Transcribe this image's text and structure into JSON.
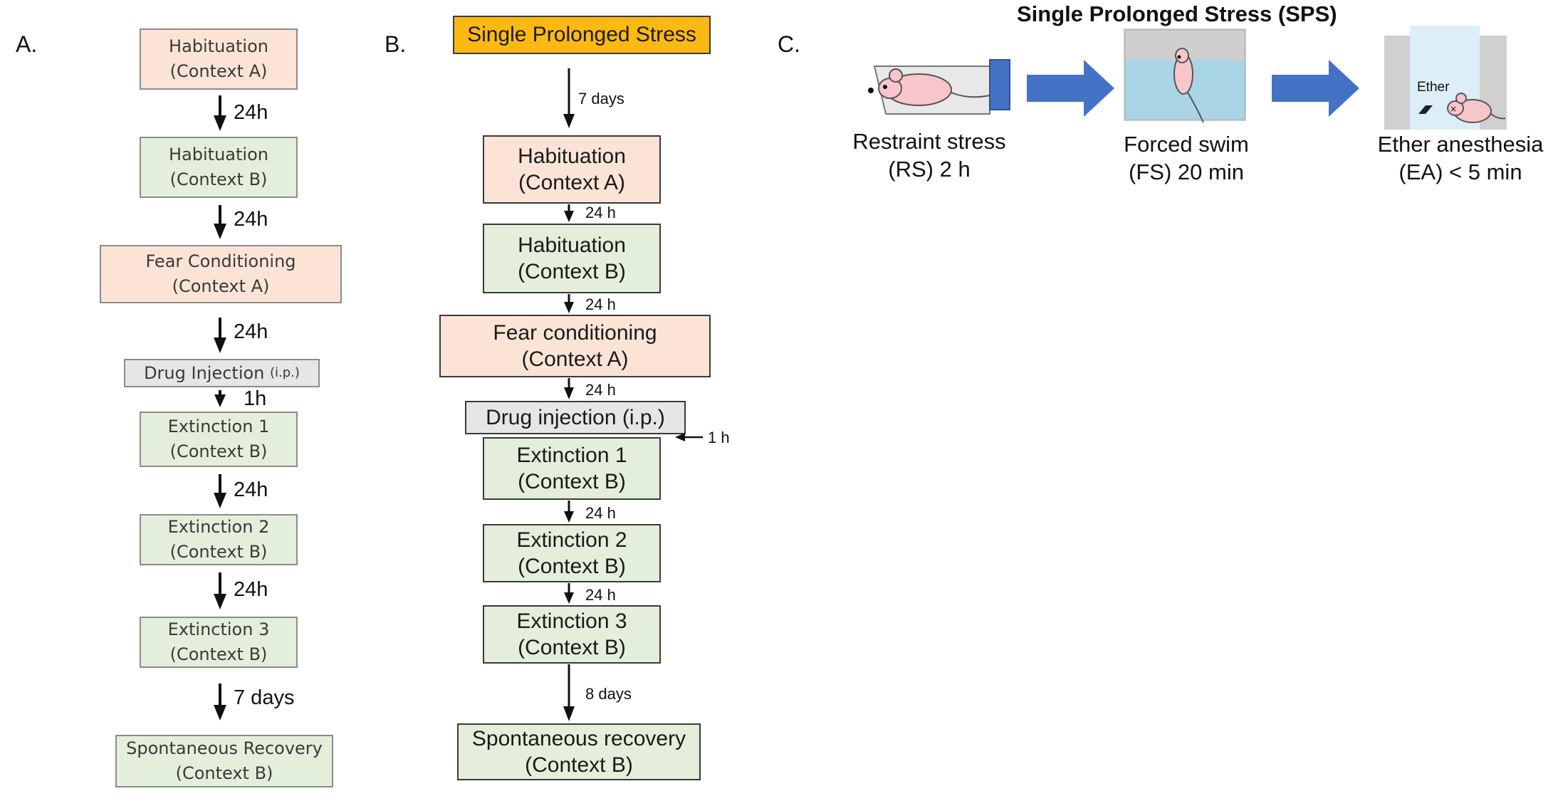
{
  "panel_a": {
    "letter": "A.",
    "steps": [
      {
        "line1": "Habituation",
        "line2": "(Context A)"
      },
      {
        "line1": "Habituation",
        "line2": "(Context B)"
      },
      {
        "line1": "Fear Conditioning",
        "line2": "(Context A)"
      },
      {
        "line1": "Drug Injection",
        "suffix": "(i.p.)"
      },
      {
        "line1": "Extinction 1",
        "line2": "(Context B)"
      },
      {
        "line1": "Extinction 2",
        "line2": "(Context B)"
      },
      {
        "line1": "Extinction 3",
        "line2": "(Context B)"
      },
      {
        "line1": "Spontaneous Recovery",
        "line2": "(Context B)"
      }
    ],
    "intervals": [
      "24h",
      "24h",
      "24h",
      "1h",
      "24h",
      "24h",
      "7 days"
    ]
  },
  "panel_b": {
    "letter": "B.",
    "start": "Single Prolonged Stress",
    "steps": [
      {
        "line1": "Habituation",
        "line2": "(Context A)"
      },
      {
        "line1": "Habituation",
        "line2": "(Context B)"
      },
      {
        "line1": "Fear conditioning",
        "line2": "(Context A)"
      },
      {
        "line1": "Drug injection (i.p.)"
      },
      {
        "line1": "Extinction 1",
        "line2": "(Context B)"
      },
      {
        "line1": "Extinction 2",
        "line2": "(Context B)"
      },
      {
        "line1": "Extinction 3",
        "line2": "(Context B)"
      },
      {
        "line1": "Spontaneous recovery",
        "line2": "(Context B)"
      }
    ],
    "intervals": [
      "7 days",
      "24 h",
      "24 h",
      "24 h",
      "1 h",
      "24 h",
      "24 h",
      "8 days"
    ]
  },
  "panel_c": {
    "letter": "C.",
    "title": "Single Prolonged Stress (SPS)",
    "stages": [
      {
        "line1": "Restraint stress",
        "line2": "(RS) 2 h"
      },
      {
        "line1": "Forced swim",
        "line2": "(FS) 20 min"
      },
      {
        "line1": "Ether anesthesia",
        "line2": "(EA) < 5 min"
      }
    ],
    "ether_label": "Ether"
  },
  "colors": {
    "peach": "#fbe4d6",
    "green": "#e3efda",
    "grey": "#e6e6e6",
    "orange": "#fdb913",
    "arrow_blue": "#4472c4",
    "water": "#a9d5e6",
    "mouse_pink": "#f7c6cc"
  }
}
